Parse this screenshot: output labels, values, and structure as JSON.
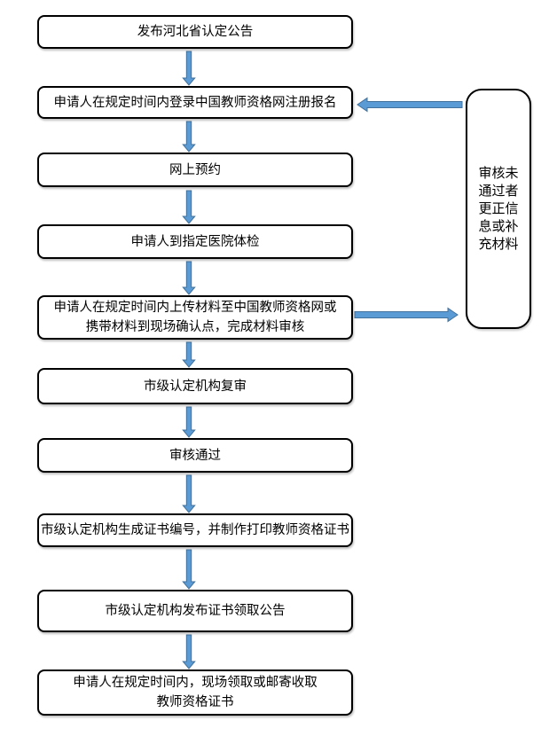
{
  "flow": {
    "steps": [
      {
        "lines": [
          "发布河北省认定公告"
        ]
      },
      {
        "lines": [
          "申请人在规定时间内登录中国教师资格网注册报名"
        ]
      },
      {
        "lines": [
          "网上预约"
        ]
      },
      {
        "lines": [
          "申请人到指定医院体检"
        ]
      },
      {
        "lines": [
          "申请人在规定时间内上传材料至中国教师资格网或",
          "携带材料到现场确认点，完成材料审核"
        ]
      },
      {
        "lines": [
          "市级认定机构复审"
        ]
      },
      {
        "lines": [
          "审核通过"
        ]
      },
      {
        "lines": [
          "市级认定机构生成证书编号，并制作打印教师资格证书"
        ]
      },
      {
        "lines": [
          "市级认定机构发布证书领取公告"
        ]
      },
      {
        "lines": [
          "申请人在规定时间内，现场领取或邮寄收取",
          "教师资格证书"
        ]
      }
    ],
    "side_note": {
      "full_text": "审核未通过者更正信息或补充材料",
      "lines": [
        "审核未",
        "通过者",
        "更正信",
        "息或补",
        "充材料"
      ]
    }
  },
  "colors": {
    "arrow_fill": "#5B9BD5",
    "arrow_stroke": "#41719C",
    "box_border": "#000000",
    "box_fill": "#FFFFFF"
  }
}
